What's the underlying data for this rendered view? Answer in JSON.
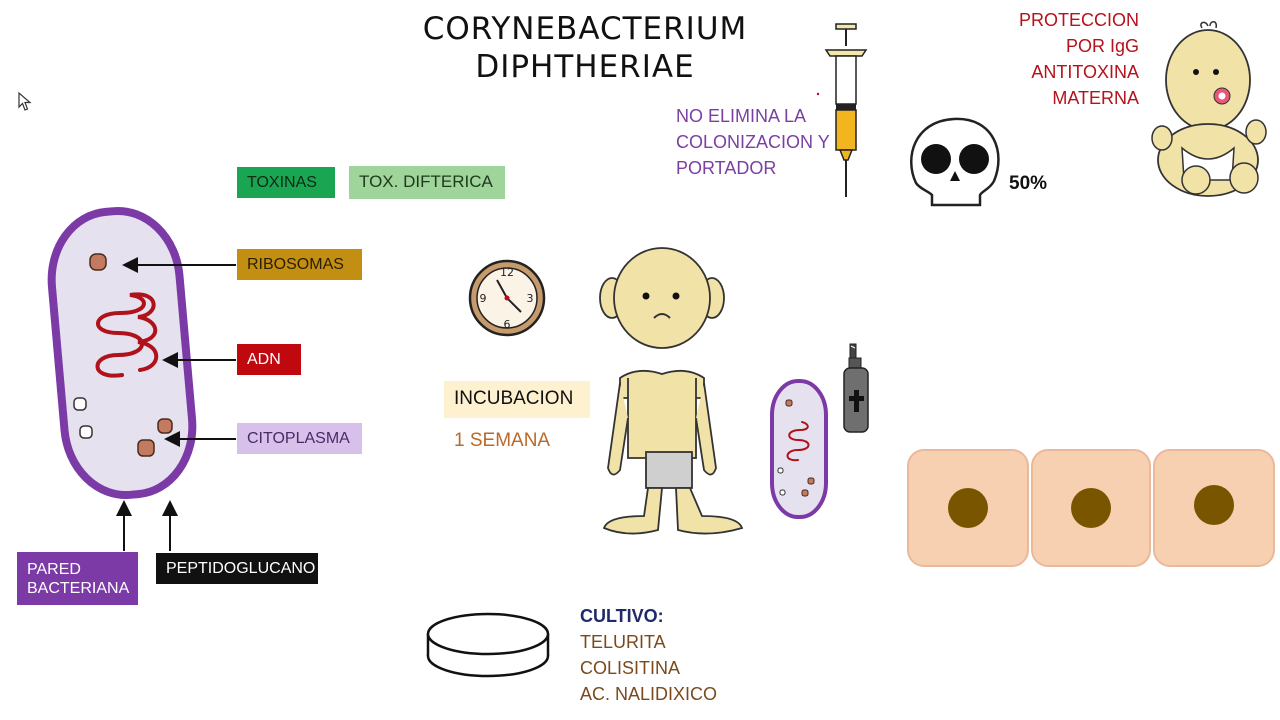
{
  "title_line1": "CORYNEBACTERIUM",
  "title_line2": "DIPHTHERIAE",
  "labels": {
    "toxinas": "TOXINAS",
    "tox_difterica": "TOX. DIFTERICA",
    "ribosomas": "RIBOSOMAS",
    "adn": "ADN",
    "citoplasma": "CITOPLASMA",
    "pared_line1": "PARED",
    "pared_line2": "BACTERIANA",
    "peptidoglucano": "PEPTIDOGLUCANO"
  },
  "vaccine_note": [
    "NO ELIMINA LA",
    "COLONIZACION Y",
    "PORTADOR"
  ],
  "mortality": "50%",
  "protection": [
    "PROTECCION",
    "POR IgG",
    "ANTITOXINA",
    "MATERNA"
  ],
  "incubation": {
    "label": "INCUBACION",
    "value": "1 SEMANA"
  },
  "clock_numbers": [
    "12",
    "3",
    "6",
    "9"
  ],
  "culture": {
    "heading": "CULTIVO:",
    "items": [
      "TELURITA",
      "COLISITINA",
      "AC. NALIDIXICO"
    ]
  },
  "colors": {
    "toxinas": "#1aa552",
    "tox_difterica": "#9fd49a",
    "ribosomas": "#c38f12",
    "adn": "#c0080f",
    "citoplasma": "#d7c0ea",
    "pared": "#7b3aa6",
    "peptidoglucano": "#111111",
    "incubacion_bg": "#fdf1cf",
    "cell_fill": "#f7cfb1",
    "cell_nucleus": "#7a5500",
    "skin": "#f1e2a8"
  }
}
